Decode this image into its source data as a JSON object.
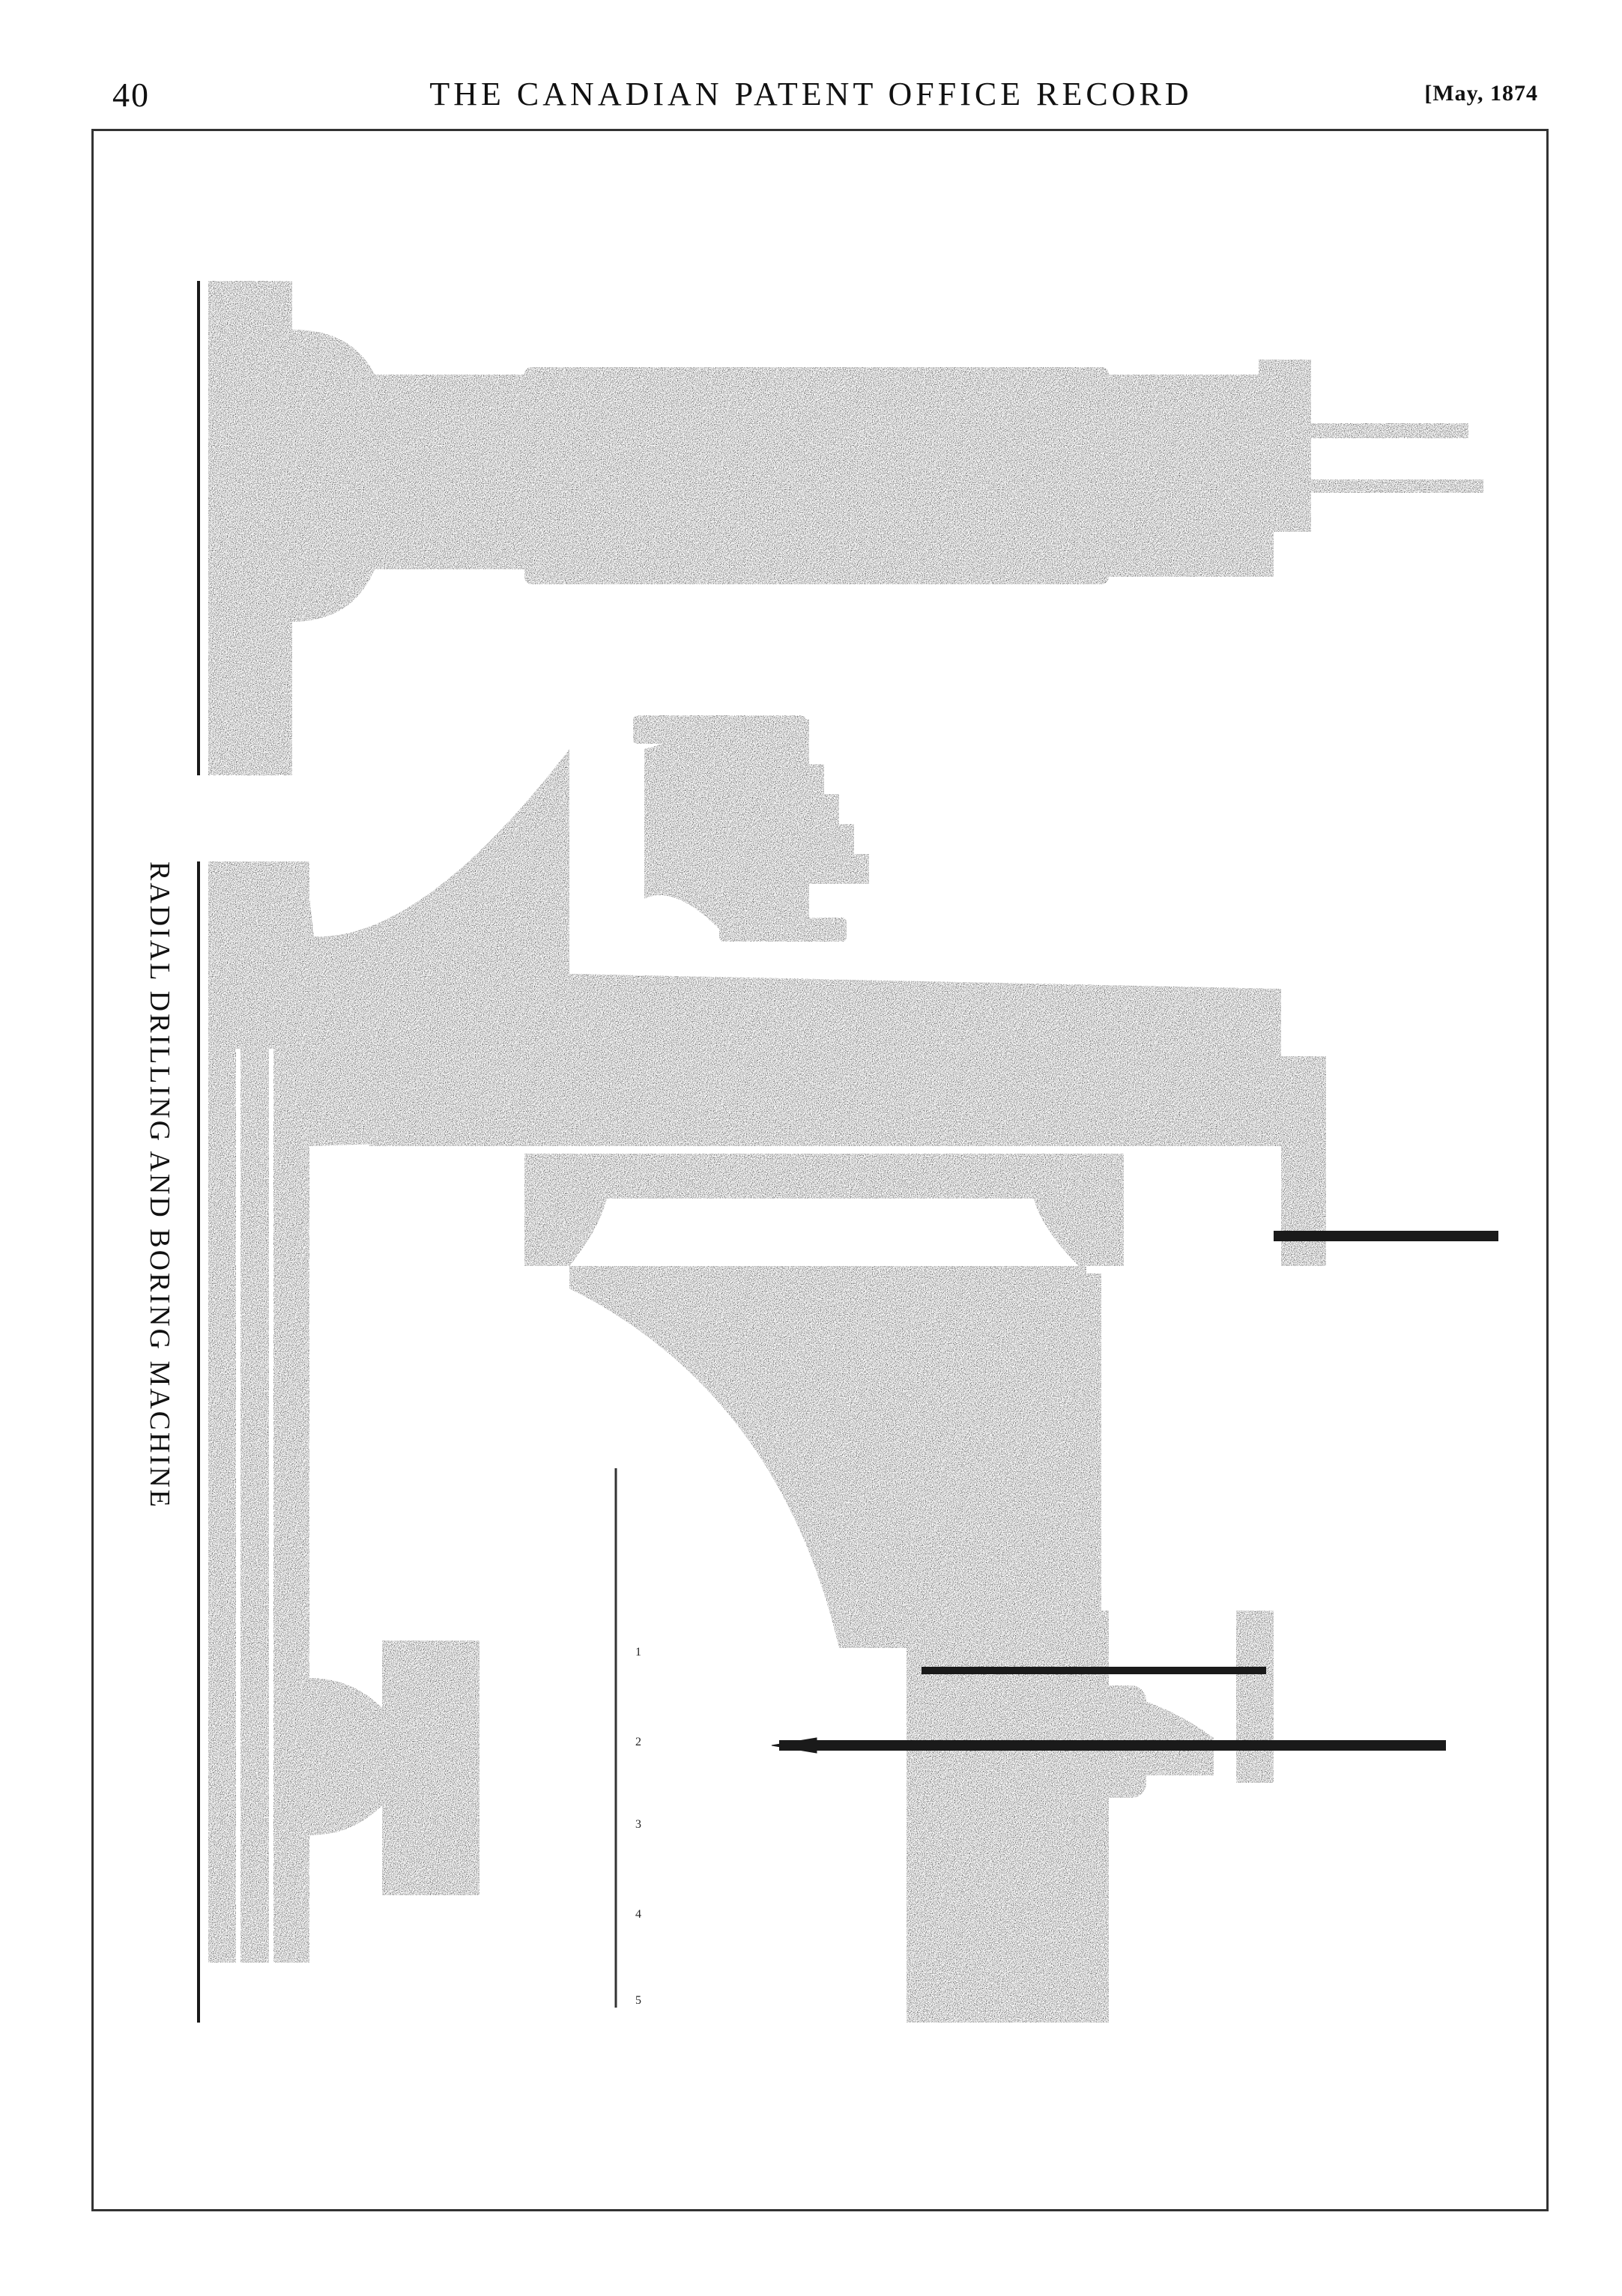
{
  "header": {
    "page_number": "40",
    "publication": "THE CANADIAN PATENT OFFICE RECORD",
    "issue_date": "[May, 1874"
  },
  "plate": {
    "title": "RADIAL DRILLING AND BORING MACHINE",
    "scale_labels": [
      "1",
      "2",
      "3",
      "4",
      "5"
    ]
  },
  "colors": {
    "ink": "#1a1a1a",
    "paper": "#ffffff"
  }
}
